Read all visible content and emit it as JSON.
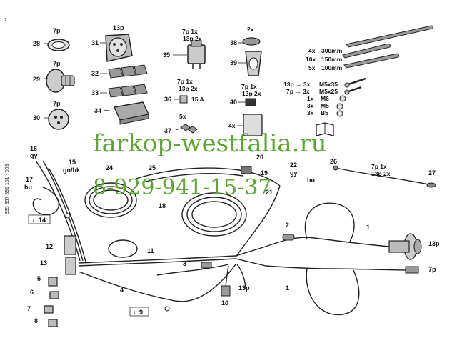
{
  "side_text": "335 357 391 101 - 003",
  "page_corner": "2",
  "watermark": {
    "site": "farkop-westfalia.ru",
    "phone": "8-929-941-15-37"
  },
  "parts": {
    "p28": {
      "num": "28",
      "spec": "7p"
    },
    "p29": {
      "num": "29",
      "spec": "7p"
    },
    "p30": {
      "num": "30",
      "spec": "7p"
    },
    "p31": {
      "num": "31",
      "spec": "13p"
    },
    "p32": {
      "num": "32"
    },
    "p33": {
      "num": "33"
    },
    "p34": {
      "num": "34"
    },
    "p35": {
      "num": "35",
      "spec_a": "7p 1x",
      "spec_b": "13p 2x"
    },
    "p36": {
      "num": "36",
      "spec_a": "7p 1x",
      "spec_b": "13p 2x",
      "fuse": "15 A"
    },
    "p37": {
      "num": "37",
      "qty": "5x"
    },
    "p38": {
      "num": "38",
      "qty": "2x"
    },
    "p39": {
      "num": "39"
    },
    "p40": {
      "num": "40",
      "spec_a": "7p 1x",
      "spec_b": "13p 2x"
    },
    "p4x": {
      "qty": "4x"
    }
  },
  "ties": [
    {
      "qty": "4x",
      "size": "300mm"
    },
    {
      "qty": "10x",
      "size": "150mm"
    },
    {
      "qty": "5x",
      "size": "100mm"
    }
  ],
  "screws": [
    {
      "qty": "13p → 3x",
      "size": "M5x35"
    },
    {
      "qty": "7p → 3x",
      "size": "M5x25"
    },
    {
      "qty": "1x",
      "size": "M6"
    },
    {
      "qty": "3x",
      "size": "M5"
    },
    {
      "qty": "3x",
      "size": "B5"
    }
  ],
  "harness": {
    "n1a": "1",
    "n1b": "1",
    "n2": "2",
    "n3": "3",
    "n4": "4",
    "n5": "5",
    "n6": "6",
    "n7": "7",
    "n8": "8",
    "n9": "9",
    "n10": "10",
    "n11": "11",
    "n12": "12",
    "n13": "13",
    "n14": "14",
    "n15": "15",
    "n15c": "gn/bk",
    "n16": "16",
    "n16c": "gy",
    "n17": "17",
    "n17c": "bu",
    "n18": "18",
    "n19": "19",
    "n20": "20",
    "n21": "21",
    "n22": "22",
    "n22a": "gy",
    "n22b": "bu",
    "n24": "24",
    "n25": "25",
    "n26": "26",
    "n27": "27",
    "s13p_a": "13p",
    "s13p_b": "13p",
    "s7p": "7p",
    "s26a": "7p 1x",
    "s26b": "13p 2x"
  }
}
